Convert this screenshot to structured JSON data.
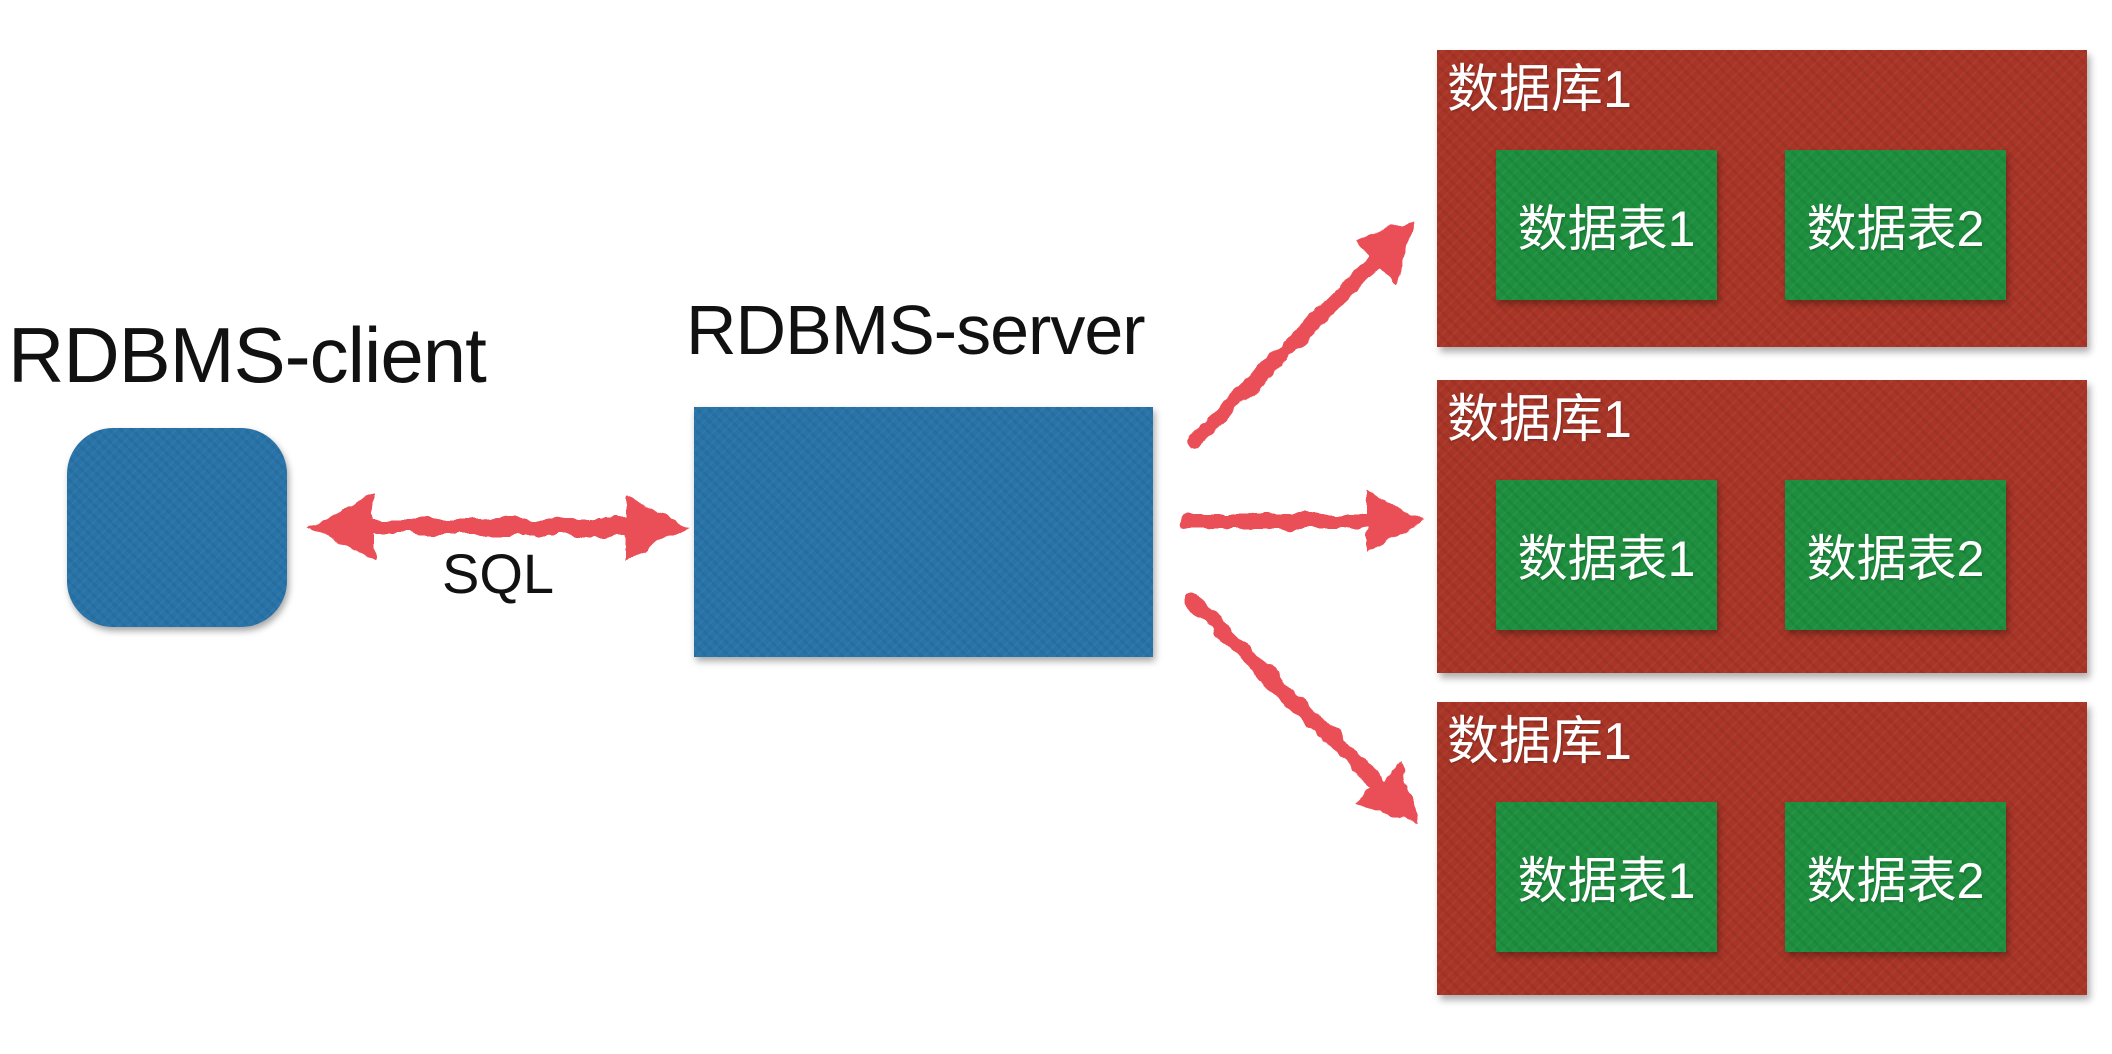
{
  "client": {
    "label": "RDBMS-client"
  },
  "server": {
    "label": "RDBMS-server"
  },
  "connection": {
    "label": "SQL"
  },
  "databases": [
    {
      "label": "数据库1",
      "tables": [
        "数据表1",
        "数据表2"
      ]
    },
    {
      "label": "数据库1",
      "tables": [
        "数据表1",
        "数据表2"
      ]
    },
    {
      "label": "数据库1",
      "tables": [
        "数据表1",
        "数据表2"
      ]
    }
  ],
  "colors": {
    "node_blue": "#2873a8",
    "database_red": "#a93527",
    "table_green": "#1d8f3e",
    "arrow_red": "#ea4f58",
    "label_text": "#111111",
    "box_label_text": "#ffffff"
  }
}
